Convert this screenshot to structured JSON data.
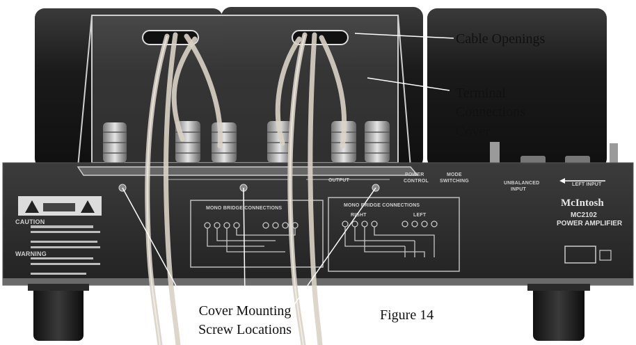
{
  "callouts": {
    "cable_openings": "Cable Openings",
    "terminal_cover_line1": "Terminal",
    "terminal_cover_line2": "Connections",
    "terminal_cover_line3": "Cover",
    "mounting_line1": "Cover Mounting",
    "mounting_line2": "Screw Locations"
  },
  "figure_caption": "Figure 14",
  "panel_markings": {
    "output": "OUTPUT",
    "power_control_1": "POWER",
    "power_control_2": "CONTROL",
    "mode_1": "MODE",
    "mode_2": "SWITCHING",
    "input_1": "UNBALANCED",
    "input_2": "INPUT",
    "left_input": "LEFT INPUT",
    "mono_bridge_1": "MONO BRIDGE CONNECTIONS",
    "mono_bridge_2": "MONO BRIDGE CONNECTIONS",
    "right": "RIGHT",
    "left": "LEFT",
    "caution": "CAUTION",
    "warning": "WARNING",
    "logo": "McIntosh",
    "model_1": "MC2102",
    "model_2": "POWER AMPLIFIER"
  },
  "colors": {
    "panel": "#2a2a2a",
    "transformer": "#1c1c1c",
    "cover": "#9a9a9a",
    "cable": "#d9d2c4"
  }
}
